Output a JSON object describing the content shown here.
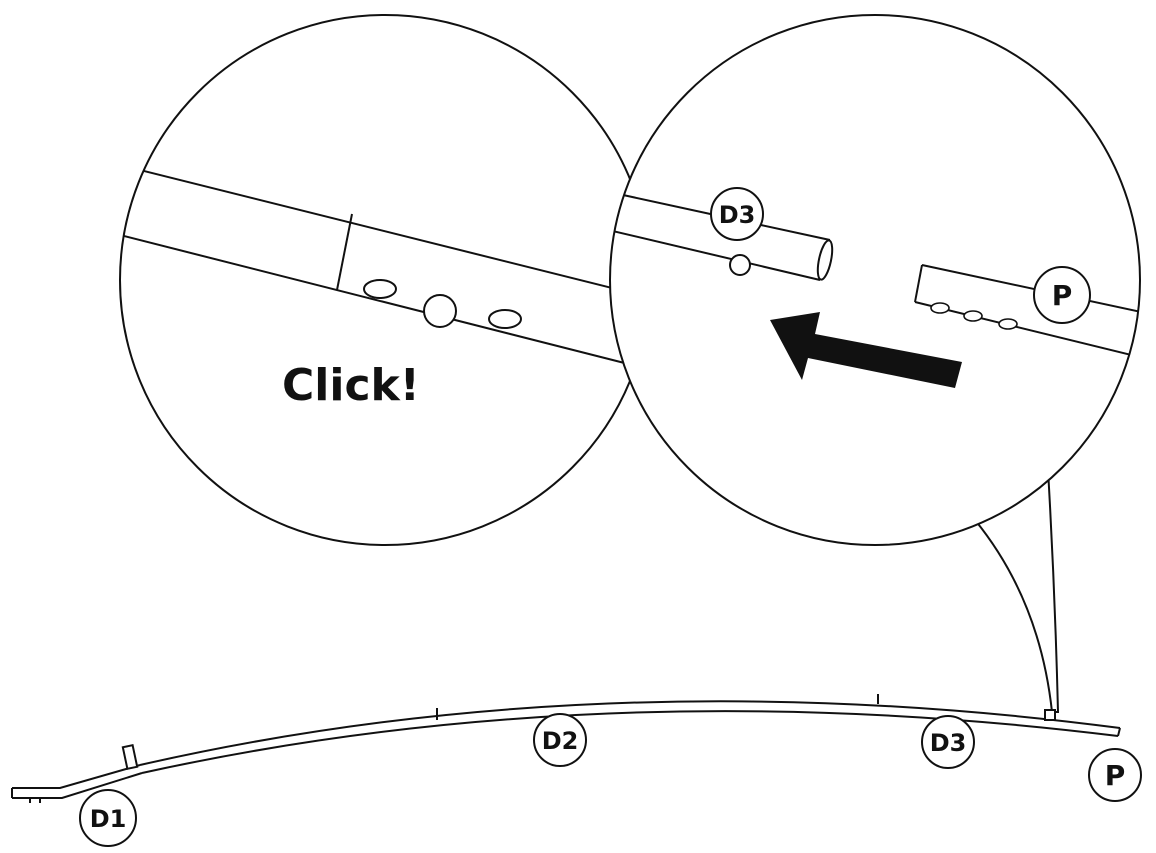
{
  "diagram": {
    "click_text": "Click!",
    "labels": {
      "d1": "D1",
      "d2": "D2",
      "d3": "D3",
      "p": "P",
      "detail_d3": "D3",
      "detail_p": "P"
    },
    "stroke_color": "#111111",
    "background_color": "#ffffff"
  }
}
